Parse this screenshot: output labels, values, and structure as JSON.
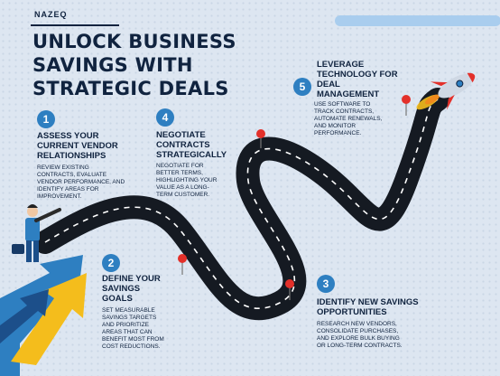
{
  "brand": "NAZEQ",
  "title_lines": [
    "UNLOCK BUSINESS",
    "SAVINGS WITH",
    "STRATEGIC DEALS"
  ],
  "colors": {
    "background": "#dde6f1",
    "text": "#10233f",
    "accent": "#2e7fc1",
    "road": "#151a22",
    "pin": "#e3302a",
    "arrow_yellow": "#f4bd1c"
  },
  "steps": [
    {
      "number": "1",
      "heading_lines": [
        "ASSESS YOUR",
        "CURRENT VENDOR",
        "RELATIONSHIPS"
      ],
      "body_lines": [
        "REVIEW EXISTING",
        "CONTRACTS, EVALUATE",
        "VENDOR PERFORMANCE, AND",
        "IDENTIFY AREAS FOR",
        "IMPROVEMENT."
      ]
    },
    {
      "number": "2",
      "heading_lines": [
        "Define your",
        "savings",
        "goals"
      ],
      "body_lines": [
        "SET MEASURABLE",
        "SAVINGS TARGETS",
        "AND PRIORITIZE",
        "AREAS THAT CAN",
        "BENEFIT MOST FROM",
        "COST REDUCTIONS."
      ]
    },
    {
      "number": "3",
      "heading_lines": [
        "Identify new savings",
        "opportunities"
      ],
      "body_lines": [
        "Research new vendors,",
        "consolidate purchases,",
        "and explore bulk buying",
        "or long-term contracts."
      ]
    },
    {
      "number": "4",
      "heading_lines": [
        "Negotiate",
        "contracts",
        "strategically"
      ],
      "body_lines": [
        "Negotiate for",
        "better terms,",
        "highlighting your",
        "value as a long-",
        "term customer."
      ]
    },
    {
      "number": "5",
      "heading_lines": [
        "Leverage",
        "technology for",
        "deal",
        "management"
      ],
      "body_lines": [
        "Use software to",
        "track contracts,",
        "automate renewals,",
        "and monitor",
        "performance."
      ]
    }
  ],
  "icons": [
    "businessman-icon",
    "rocket-icon",
    "location-pin-icon",
    "growth-arrow-icon"
  ]
}
